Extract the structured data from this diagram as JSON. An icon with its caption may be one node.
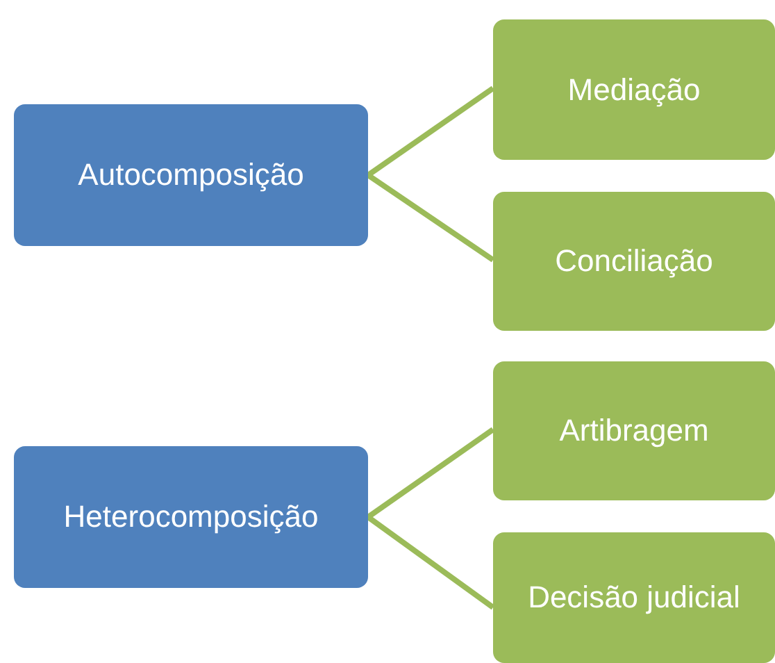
{
  "diagram": {
    "nodes": [
      {
        "text": [
          "Autocomposição"
        ]
      },
      {
        "text": [
          "Mediação"
        ]
      },
      {
        "text": [
          "Conciliação"
        ]
      },
      {
        "text": [
          "Heterocomposição"
        ]
      },
      {
        "text": [
          "Artibragem"
        ]
      },
      {
        "text": [
          "Decisão judicial"
        ]
      }
    ],
    "edges": [
      {
        "from": 0,
        "to": 1,
        "arrow": "none"
      },
      {
        "from": 0,
        "to": 2,
        "arrow": "none"
      },
      {
        "from": 3,
        "to": 4,
        "arrow": "none"
      },
      {
        "from": 3,
        "to": 5,
        "arrow": "none"
      }
    ]
  }
}
